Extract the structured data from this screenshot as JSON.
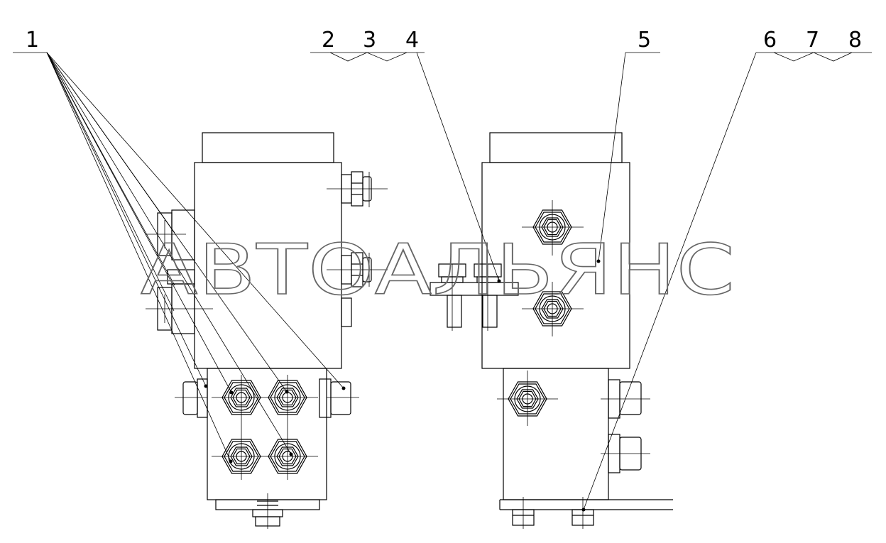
{
  "watermark": "АВТОАЛЬЯНС",
  "callouts": {
    "c1": "1",
    "c2": "2",
    "c3": "3",
    "c4": "4",
    "c5": "5",
    "c6": "6",
    "c7": "7",
    "c8": "8"
  },
  "colors": {
    "line": "#000000",
    "watermark": "#666666",
    "background": "#ffffff"
  }
}
